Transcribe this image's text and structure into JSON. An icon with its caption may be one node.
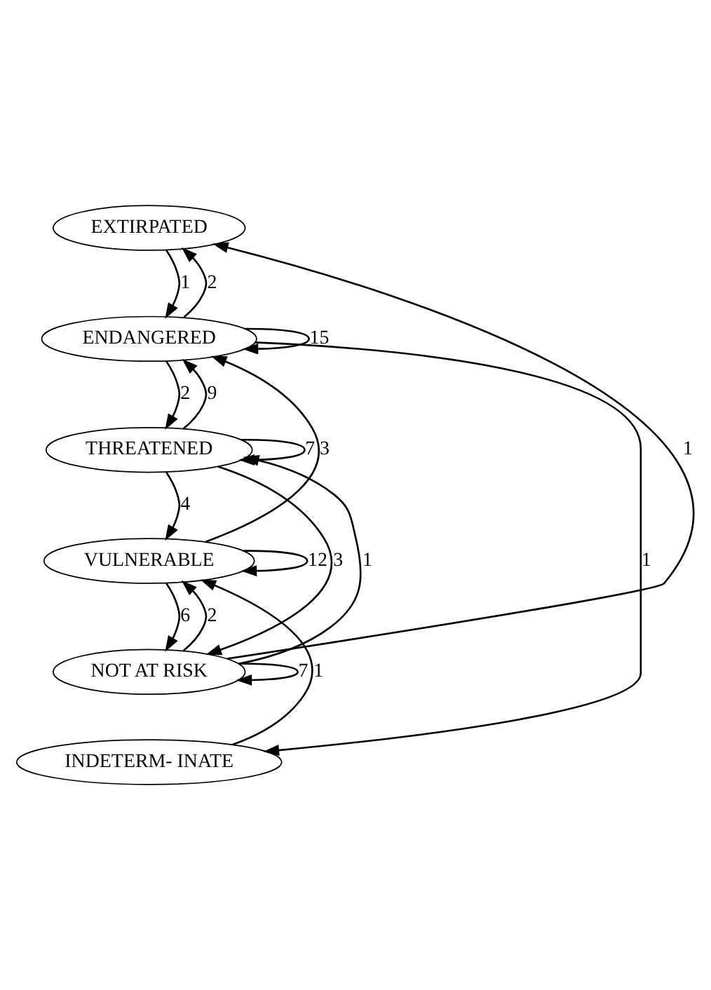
{
  "diagram": {
    "nodes": [
      {
        "text": [
          "EXTIRPATED"
        ]
      },
      {
        "text": [
          "ENDANGERED"
        ]
      },
      {
        "text": [
          "THREATENED"
        ]
      },
      {
        "text": [
          "VULNERABLE"
        ]
      },
      {
        "text": [
          "NOT AT RISK"
        ]
      },
      {
        "text": [
          "INDETERM- INATE"
        ]
      }
    ],
    "edges": [
      {
        "from": 0,
        "to": 1,
        "arrow": "to",
        "label": "1"
      },
      {
        "from": 1,
        "to": 0,
        "arrow": "to",
        "label": "2"
      },
      {
        "from": 1,
        "to": 1,
        "arrow": "to",
        "label": "15"
      },
      {
        "from": 1,
        "to": 2,
        "arrow": "to",
        "label": "2"
      },
      {
        "from": 1,
        "to": 5,
        "arrow": "to",
        "label": "1"
      },
      {
        "from": 2,
        "to": 1,
        "arrow": "to",
        "label": "9"
      },
      {
        "from": 2,
        "to": 2,
        "arrow": "to",
        "label": "7"
      },
      {
        "from": 2,
        "to": 3,
        "arrow": "to",
        "label": "4"
      },
      {
        "from": 2,
        "to": 4,
        "arrow": "to",
        "label": "3"
      },
      {
        "from": 3,
        "to": 1,
        "arrow": "to",
        "label": "3"
      },
      {
        "from": 3,
        "to": 3,
        "arrow": "to",
        "label": "12"
      },
      {
        "from": 3,
        "to": 4,
        "arrow": "to",
        "label": "6"
      },
      {
        "from": 4,
        "to": 0,
        "arrow": "to",
        "label": "1"
      },
      {
        "from": 4,
        "to": 2,
        "arrow": "to",
        "label": "1"
      },
      {
        "from": 4,
        "to": 3,
        "arrow": "to",
        "label": "2"
      },
      {
        "from": 4,
        "to": 4,
        "arrow": "to",
        "label": "7"
      },
      {
        "from": 5,
        "to": 3,
        "arrow": "to",
        "label": "1"
      }
    ]
  }
}
